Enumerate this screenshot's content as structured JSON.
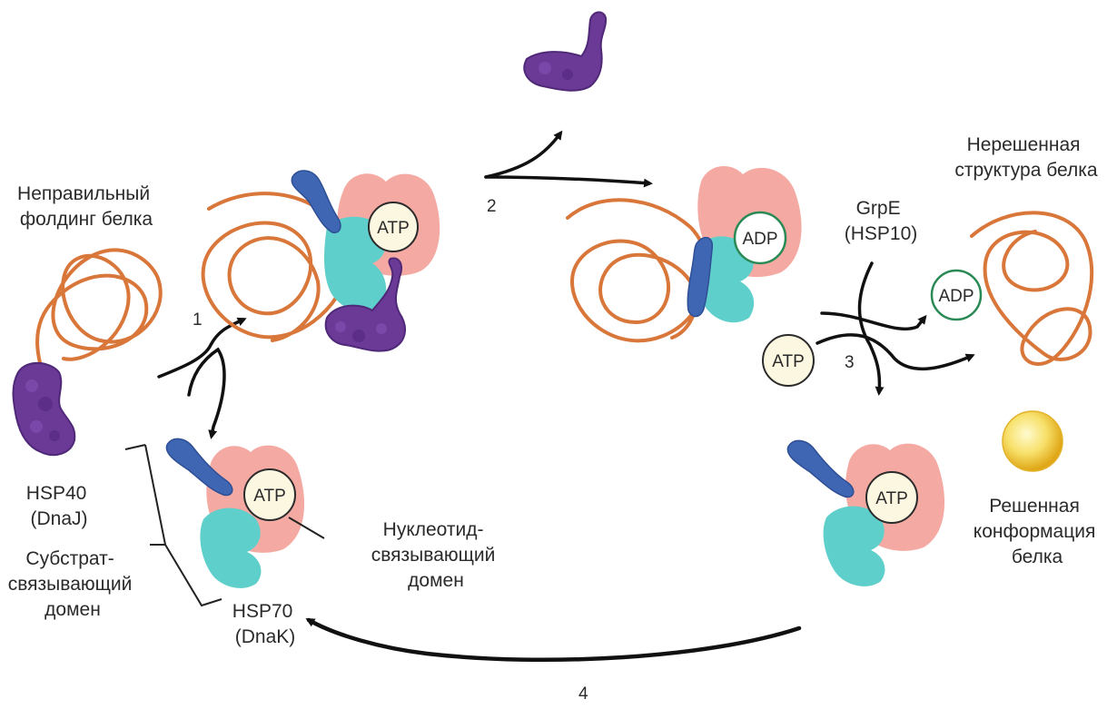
{
  "title": "HSP70 chaperone cycle",
  "labels": {
    "misfolded": [
      "Неправильный",
      "фолдинг белка"
    ],
    "unsolved": [
      "Нерешенная",
      "структура белка"
    ],
    "grpe": [
      "GrpE",
      "(HSP10)"
    ],
    "hsp40": [
      "HSP40",
      "(DnaJ)"
    ],
    "substrate_domain": [
      "Субстрат-",
      "связывающий",
      "домен"
    ],
    "nucleotide_domain": [
      "Нуклеотид-",
      "связывающий",
      "домен"
    ],
    "hsp70": [
      "HSP70",
      "(DnaK)"
    ],
    "solved": [
      "Решенная",
      "конформация",
      "белка"
    ]
  },
  "steps": [
    "1",
    "2",
    "3",
    "4"
  ],
  "molecules": {
    "atp": "ATP",
    "adp": "ADP"
  },
  "colors": {
    "chain": "#d9763a",
    "hsp40": "#6a3a96",
    "nbd": "#f4aaa2",
    "sbd": "#5fcfcb",
    "lid": "#3f66b3",
    "folded_protein": "#f7d64a"
  }
}
